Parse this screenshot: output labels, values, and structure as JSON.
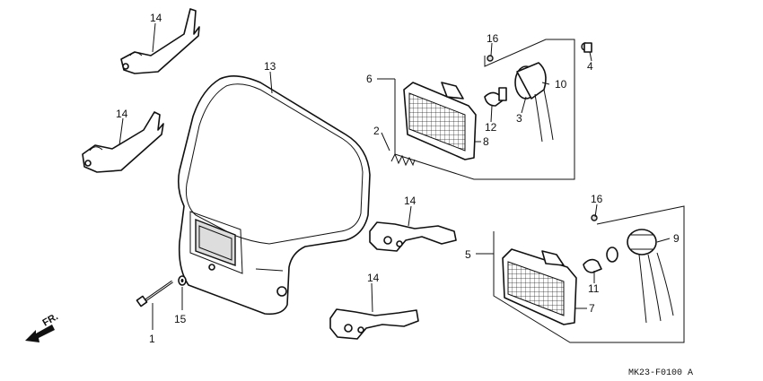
{
  "callouts": {
    "c1": "1",
    "c2": "2",
    "c3": "3",
    "c4": "4",
    "c5": "5",
    "c6": "6",
    "c7": "7",
    "c8": "8",
    "c9": "9",
    "c10": "10",
    "c11": "11",
    "c12": "12",
    "c13": "13",
    "c14a": "14",
    "c14b": "14",
    "c14c": "14",
    "c14d": "14",
    "c15": "15",
    "c16a": "16",
    "c16b": "16"
  },
  "direction_label": "FR.",
  "diagram_code": "MK23-F0100 A"
}
